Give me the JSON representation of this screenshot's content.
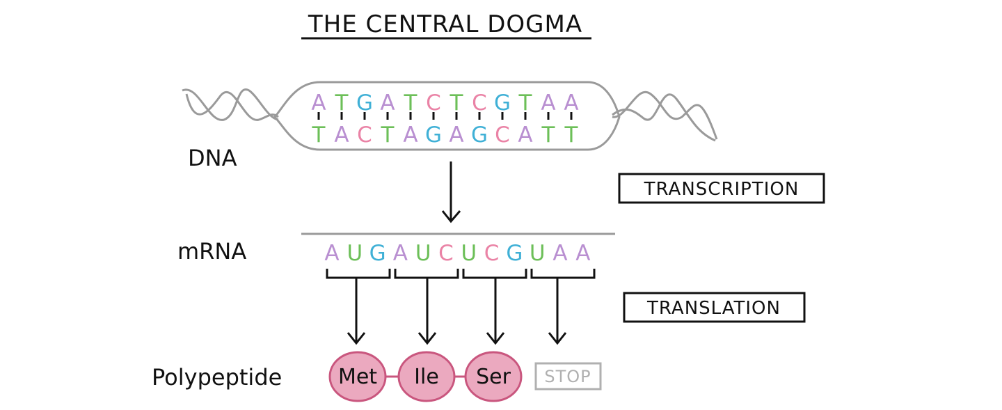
{
  "title": "THE CENTRAL DOGMA",
  "labels": {
    "dna": "DNA",
    "mrna": "mRNA",
    "polypeptide": "Polypeptide"
  },
  "processes": {
    "transcription": "TRANSCRIPTION",
    "translation": "TRANSLATION"
  },
  "dna": {
    "top_strand": [
      "A",
      "T",
      "G",
      "A",
      "T",
      "C",
      "T",
      "C",
      "G",
      "T",
      "A",
      "A"
    ],
    "bottom_strand": [
      "T",
      "A",
      "C",
      "T",
      "A",
      "G",
      "A",
      "G",
      "C",
      "A",
      "T",
      "T"
    ]
  },
  "mrna": {
    "bases": [
      "A",
      "U",
      "G",
      "A",
      "U",
      "C",
      "U",
      "C",
      "G",
      "U",
      "A",
      "A"
    ]
  },
  "codons": [
    {
      "amino_acid": "Met"
    },
    {
      "amino_acid": "Ile"
    },
    {
      "amino_acid": "Ser"
    },
    {
      "amino_acid": "STOP"
    }
  ],
  "colors": {
    "A": "#b98fd1",
    "T": "#6cbf58",
    "U": "#6cbf58",
    "G": "#3fb0d6",
    "C": "#ea83a6",
    "amino_fill": "#eba9bf",
    "amino_stroke": "#c9567e",
    "stop": "#b0b0b0",
    "outline": "#9a9a9a"
  }
}
